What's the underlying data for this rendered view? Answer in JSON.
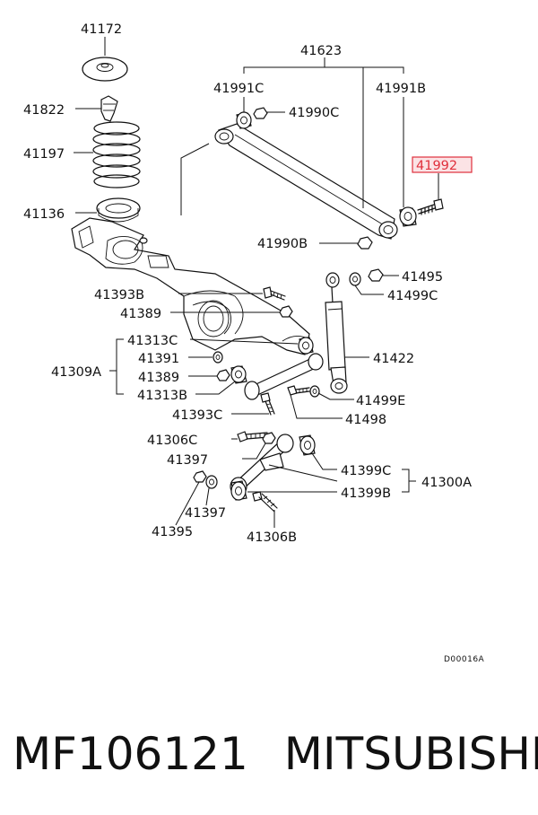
{
  "diagram": {
    "labels": {
      "p41172": "41172",
      "p41822": "41822",
      "p41197": "41197",
      "p41136": "41136",
      "p41623": "41623",
      "p41991C": "41991C",
      "p41991B": "41991B",
      "p41990C": "41990C",
      "p41992": "41992",
      "p41990B": "41990B",
      "p41495": "41495",
      "p41499C": "41499C",
      "p41393B": "41393B",
      "p41389a": "41389",
      "p41313C": "41313C",
      "p41309A": "41309A",
      "p41391": "41391",
      "p41389b": "41389",
      "p41313B": "41313B",
      "p41422": "41422",
      "p41499E": "41499E",
      "p41393C": "41393C",
      "p41498": "41498",
      "p41306C": "41306C",
      "p41397a": "41397",
      "p41399C": "41399C",
      "p41300A": "41300A",
      "p41399B": "41399B",
      "p41397b": "41397",
      "p41395": "41395",
      "p41306B": "41306B"
    },
    "drawing_code": "D00016A",
    "highlight_color": "#e0303c",
    "highlight_fill": "#fbe3e5"
  },
  "caption": {
    "part_number": "MF106121",
    "brand": "MITSUBISHI"
  }
}
